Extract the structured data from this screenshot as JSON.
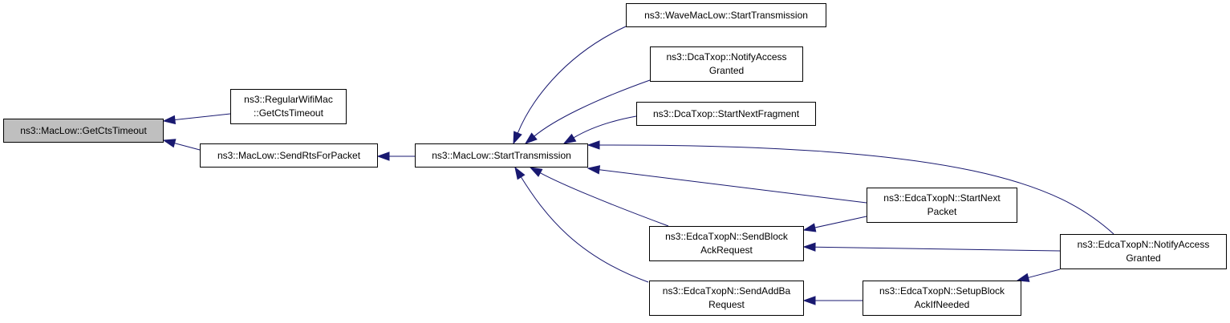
{
  "graph": {
    "edge_color": "#191970",
    "nodes": [
      {
        "id": "n0",
        "lines": [
          "ns3::MacLow::GetCtsTimeout"
        ],
        "highlighted": true
      },
      {
        "id": "n1",
        "lines": [
          "ns3::RegularWifiMac",
          "::GetCtsTimeout"
        ]
      },
      {
        "id": "n2",
        "lines": [
          "ns3::MacLow::SendRtsForPacket"
        ]
      },
      {
        "id": "n3",
        "lines": [
          "ns3::MacLow::StartTransmission"
        ]
      },
      {
        "id": "n4",
        "lines": [
          "ns3::WaveMacLow::StartTransmission"
        ]
      },
      {
        "id": "n5",
        "lines": [
          "ns3::DcaTxop::NotifyAccess",
          "Granted"
        ]
      },
      {
        "id": "n6",
        "lines": [
          "ns3::DcaTxop::StartNextFragment"
        ]
      },
      {
        "id": "n7",
        "lines": [
          "ns3::EdcaTxopN::SendBlock",
          "AckRequest"
        ]
      },
      {
        "id": "n8",
        "lines": [
          "ns3::EdcaTxopN::SendAddBa",
          "Request"
        ]
      },
      {
        "id": "n9",
        "lines": [
          "ns3::EdcaTxopN::StartNext",
          "Packet"
        ]
      },
      {
        "id": "n10",
        "lines": [
          "ns3::EdcaTxopN::SetupBlock",
          "AckIfNeeded"
        ]
      },
      {
        "id": "n11",
        "lines": [
          "ns3::EdcaTxopN::NotifyAccess",
          "Granted"
        ]
      }
    ],
    "edges": [
      {
        "from": "n1",
        "to": "n0"
      },
      {
        "from": "n2",
        "to": "n0"
      },
      {
        "from": "n3",
        "to": "n2"
      },
      {
        "from": "n4",
        "to": "n3"
      },
      {
        "from": "n5",
        "to": "n3"
      },
      {
        "from": "n6",
        "to": "n3"
      },
      {
        "from": "n7",
        "to": "n3"
      },
      {
        "from": "n8",
        "to": "n3"
      },
      {
        "from": "n9",
        "to": "n3"
      },
      {
        "from": "n11",
        "to": "n3"
      },
      {
        "from": "n9",
        "to": "n7"
      },
      {
        "from": "n11",
        "to": "n7"
      },
      {
        "from": "n10",
        "to": "n8"
      },
      {
        "from": "n11",
        "to": "n10"
      }
    ]
  }
}
